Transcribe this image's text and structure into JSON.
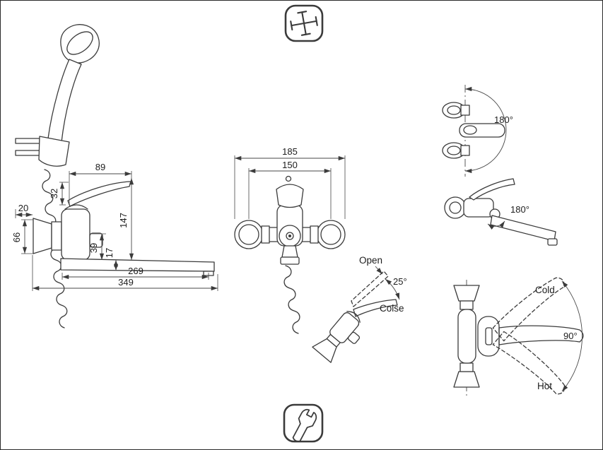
{
  "drawing": {
    "side_view": {
      "dims": {
        "d89": "89",
        "d32": "32",
        "d20": "20",
        "d66": "66",
        "d147": "147",
        "d39": "39",
        "d17": "17",
        "d269": "269",
        "d349": "349"
      }
    },
    "front_view": {
      "dims": {
        "d185": "185",
        "d150": "150"
      }
    },
    "lever_view": {
      "open_label": "Open",
      "close_label": "Colse",
      "angle_label": "25°"
    },
    "plan_view": {
      "angle_label": "180°"
    },
    "spout_view": {
      "angle_label": "180°"
    },
    "rotation_view": {
      "cold_label": "Cold",
      "hot_label": "Hot",
      "angle_label": "90°"
    }
  },
  "icons": {
    "top_icon": "dimension-crosshair-icon",
    "bottom_icon": "wrench-icon"
  },
  "colors": {
    "line": "#3b3b3b",
    "background": "#ffffff"
  }
}
